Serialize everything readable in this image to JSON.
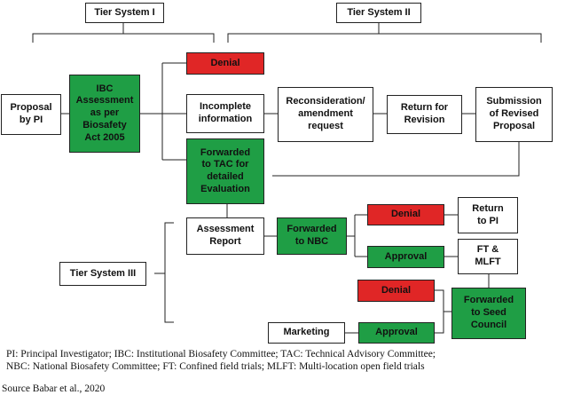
{
  "colors": {
    "green": "#1f9e45",
    "red": "#e02626",
    "line": "#222222"
  },
  "tiers": {
    "tier1": "Tier System I",
    "tier2": "Tier System II",
    "tier3": "Tier System III"
  },
  "nodes": {
    "proposal": "Proposal\nby PI",
    "ibc": "IBC\nAssessment\nas per\nBiosafety\nAct 2005",
    "denial_top": "Denial",
    "incomplete": "Incomplete\ninformation",
    "reconsideration": "Reconsideration/\namendment\nrequest",
    "return_revision": "Return for\nRevision",
    "submission": "Submission\nof Revised\nProposal",
    "forwarded_tac": "Forwarded\nto TAC for\ndetailed\nEvaluation",
    "assessment": "Assessment\nReport",
    "forwarded_nbc": "Forwarded\nto NBC",
    "denial_mid": "Denial",
    "return_pi": "Return\nto PI",
    "approval_mid": "Approval",
    "ft_mlft": "FT &\nMLFT",
    "denial_low": "Denial",
    "forwarded_seed": "Forwarded\nto Seed\nCouncil",
    "marketing": "Marketing",
    "approval_low": "Approval"
  },
  "footnote": "PI: Principal Investigator; IBC: Institutional Biosafety Committee; TAC: Technical Advisory Committee;\nNBC: National Biosafety Committee; FT: Confined field trials; MLFT: Multi-location open field trials",
  "source": "Source Babar et al., 2020"
}
